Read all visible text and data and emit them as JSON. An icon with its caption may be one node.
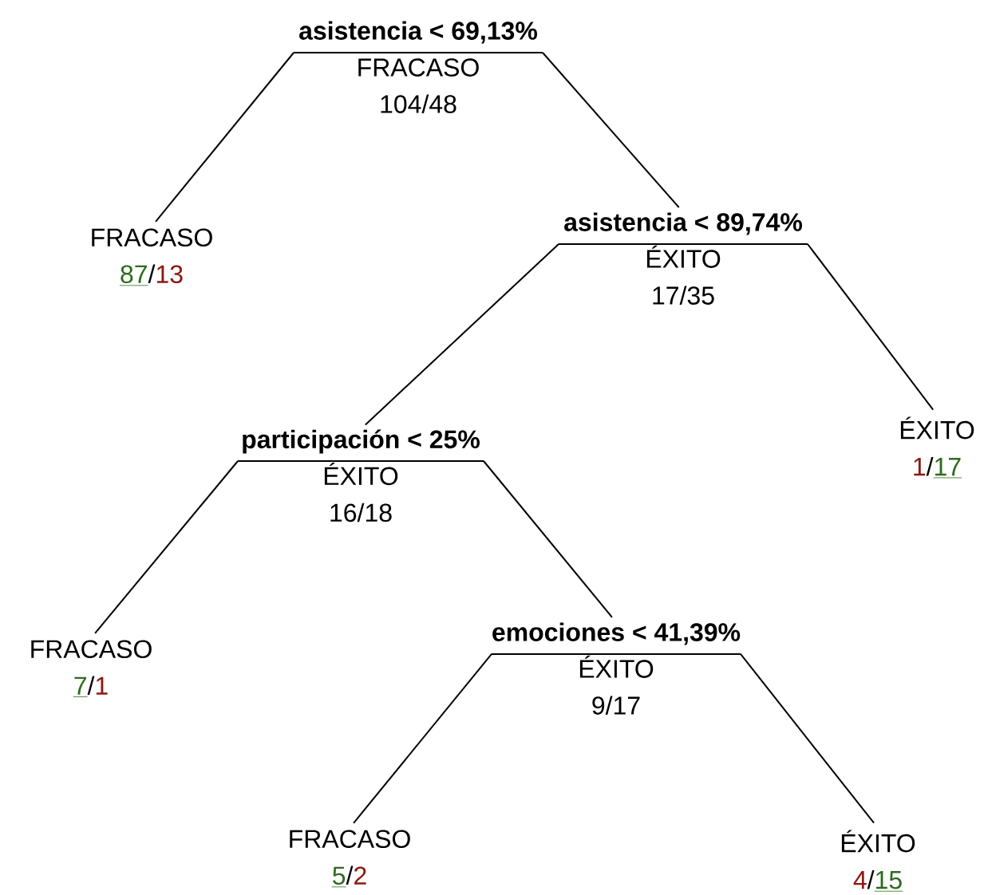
{
  "diagram": {
    "nodes": [
      {
        "text": [
          "asistencia < 69,13%",
          "FRACASO",
          "104/48"
        ]
      },
      {
        "text": [
          "FRACASO",
          "87",
          "/",
          "13"
        ]
      },
      {
        "text": [
          "asistencia < 89,74%",
          "ÉXITO",
          "17/35"
        ]
      },
      {
        "text": [
          "participación < 25%",
          "ÉXITO",
          "16/18"
        ]
      },
      {
        "text": [
          "ÉXITO",
          "1",
          "/",
          "17"
        ]
      },
      {
        "text": [
          "FRACASO",
          "7",
          "/",
          "1"
        ]
      },
      {
        "text": [
          "emociones < 41,39%",
          "ÉXITO",
          "9/17"
        ]
      },
      {
        "text": [
          "FRACASO",
          "5",
          "/",
          "2"
        ]
      },
      {
        "text": [
          "ÉXITO",
          "4",
          "/",
          "15"
        ]
      }
    ],
    "edges": [
      {
        "from": 0,
        "to": 1,
        "arrow": "none"
      },
      {
        "from": 0,
        "to": 2,
        "arrow": "none"
      },
      {
        "from": 2,
        "to": 3,
        "arrow": "none"
      },
      {
        "from": 2,
        "to": 4,
        "arrow": "none"
      },
      {
        "from": 3,
        "to": 5,
        "arrow": "none"
      },
      {
        "from": 3,
        "to": 6,
        "arrow": "none"
      },
      {
        "from": 6,
        "to": 7,
        "arrow": "none"
      },
      {
        "from": 6,
        "to": 8,
        "arrow": "none"
      }
    ]
  }
}
